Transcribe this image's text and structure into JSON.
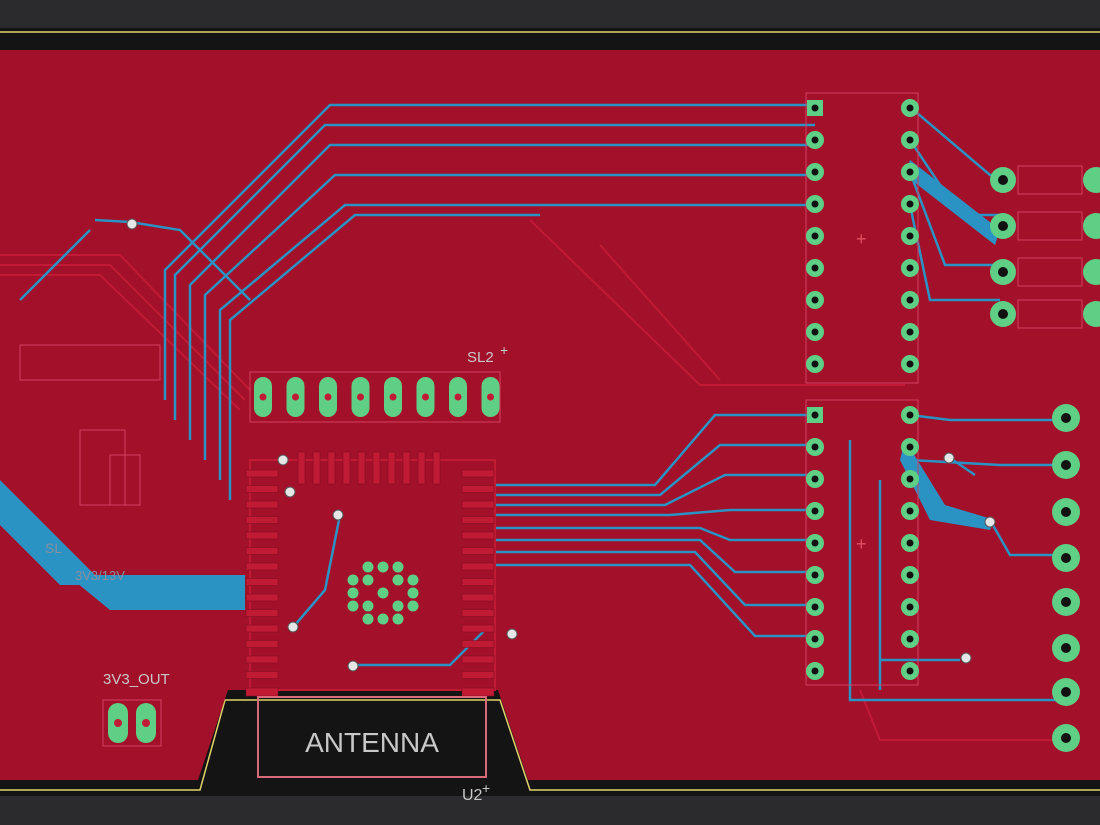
{
  "colors": {
    "background": "#2b2b2d",
    "board_edge": "#141414",
    "outline": "#e0d36a",
    "top_copper": "#a3102a",
    "top_trace": "#c01a35",
    "bottom_trace": "#2a93c4",
    "pad": "#5fcf86",
    "drill": "#111111",
    "silkscreen": "#c8c8c8",
    "antenna_box": "#d86a7a"
  },
  "labels": {
    "antenna": "ANTENNA",
    "module_ref": "U2",
    "header_ref": "SL2",
    "output_header_ref": "3V3_OUT",
    "side_label_1": "SL",
    "side_label_2": "3V3/13V"
  },
  "icons": {
    "origin_marker": "crosshair-icon"
  }
}
